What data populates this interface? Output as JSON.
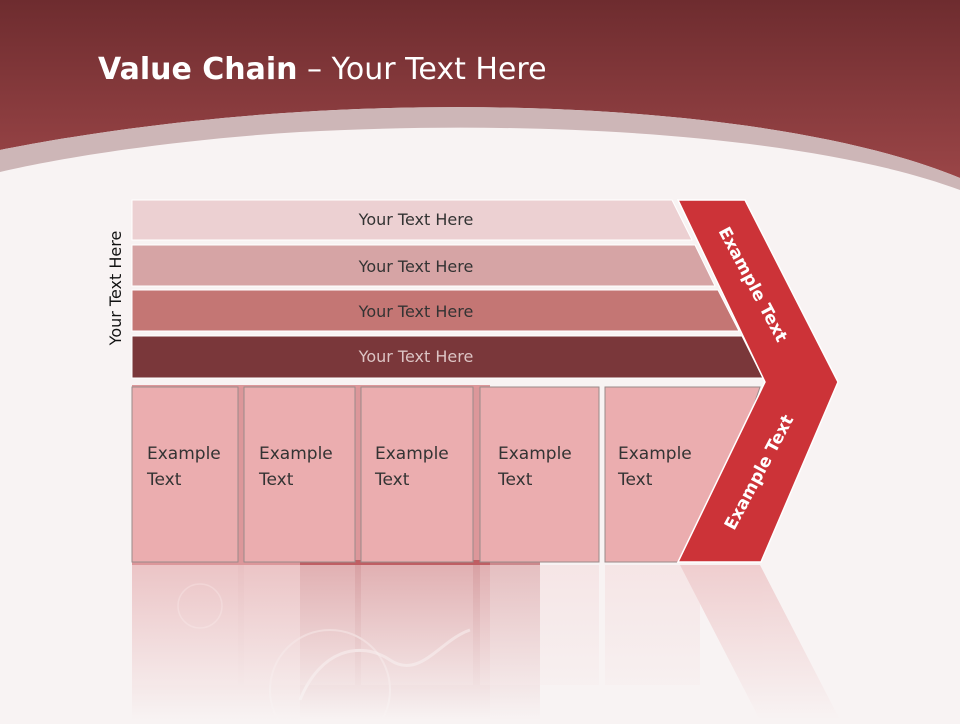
{
  "title": {
    "bold": "Value Chain",
    "rest": " – Your Text Here"
  },
  "side_label": "Your Text Here",
  "rows": [
    "Your Text Here",
    "Your Text Here",
    "Your Text Here",
    "Your Text Here"
  ],
  "boxes": [
    {
      "line1": "Example",
      "line2": "Text"
    },
    {
      "line1": "Example",
      "line2": "Text"
    },
    {
      "line1": "Example",
      "line2": "Text"
    },
    {
      "line1": "Example",
      "line2": "Text"
    },
    {
      "line1": "Example",
      "line2": "Text"
    }
  ],
  "chevron": {
    "top": "Example Text",
    "bottom": "Example Text"
  },
  "colors": {
    "header": "#8c3a3c",
    "row1": "#ecd0d2",
    "row2": "#d6a4a5",
    "row3": "#c47674",
    "row4": "#7a373a",
    "box": "#ebadaf",
    "chevron": "#cc3338"
  }
}
